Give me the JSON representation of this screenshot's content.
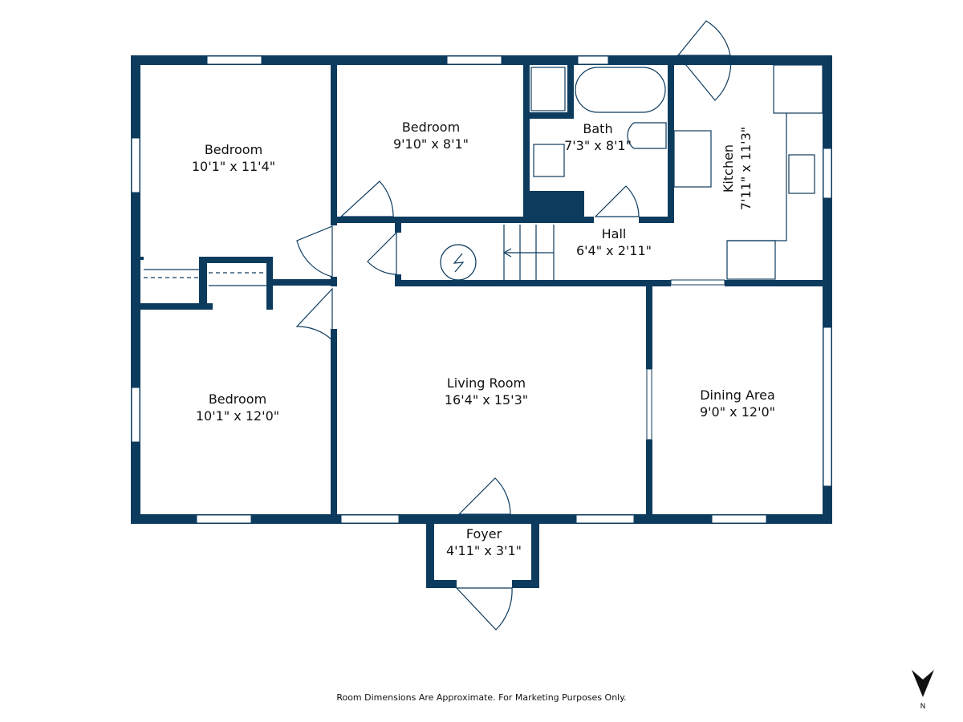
{
  "rooms": {
    "bedroom_nw": {
      "name": "Bedroom",
      "dims": "10'1\" x 11'4\""
    },
    "bedroom_n": {
      "name": "Bedroom",
      "dims": "9'10\" x 8'1\""
    },
    "bath": {
      "name": "Bath",
      "dims": "7'3\" x 8'1\""
    },
    "kitchen": {
      "name": "Kitchen",
      "dims": "7'11\" x 11'3\""
    },
    "hall": {
      "name": "Hall",
      "dims": "6'4\" x 2'11\""
    },
    "bedroom_sw": {
      "name": "Bedroom",
      "dims": "10'1\" x 12'0\""
    },
    "living": {
      "name": "Living Room",
      "dims": "16'4\" x 15'3\""
    },
    "dining": {
      "name": "Dining Area",
      "dims": "9'0\" x 12'0\""
    },
    "foyer": {
      "name": "Foyer",
      "dims": "4'11\" x 3'1\""
    }
  },
  "disclaimer": "Room Dimensions Are Approximate. For Marketing Purposes Only.",
  "compass": {
    "label": "N"
  },
  "colors": {
    "wall": "#0d3b5e"
  }
}
